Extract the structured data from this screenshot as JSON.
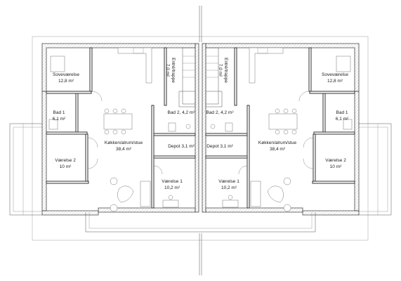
{
  "rooms": {
    "left": {
      "sovevaerelse": {
        "name": "Soveværelse",
        "area": "12,8 m²"
      },
      "bad1": {
        "name": "Bad 1",
        "area": "6,1 m²"
      },
      "vaerelse2": {
        "name": "Værelse 2",
        "area": "10 m²"
      },
      "kokken": {
        "name": "Køkken/alrum/stue",
        "area": "38,4 m²"
      },
      "bad2": {
        "name": "Bad 2, 4,2 m²"
      },
      "depot": {
        "name": "Depot 3,1 m²"
      },
      "vaerelse1": {
        "name": "Værelse 1",
        "area": "10,2 m²"
      },
      "entre": {
        "name": "Entré/trappe",
        "area": "7,0 m²"
      }
    },
    "right": {
      "sovevaerelse": {
        "name": "Soveværelse",
        "area": "12,8 m²"
      },
      "bad1": {
        "name": "Bad 1",
        "area": "6,1 m²"
      },
      "vaerelse2": {
        "name": "Værelse 2",
        "area": "10 m²"
      },
      "kokken": {
        "name": "Køkken/alrum/stue",
        "area": "38,4 m²"
      },
      "bad2": {
        "name": "Bad 2, 4,2 m²"
      },
      "depot": {
        "name": "Depot 3,1 m²"
      },
      "vaerelse1": {
        "name": "Værelse 1",
        "area": "10,2 m²"
      },
      "entre": {
        "name": "Entré/trappe",
        "area": "7,0 m²"
      }
    }
  },
  "colors": {
    "wall_stroke": "#444444",
    "background": "#ffffff",
    "line": "#666666"
  }
}
